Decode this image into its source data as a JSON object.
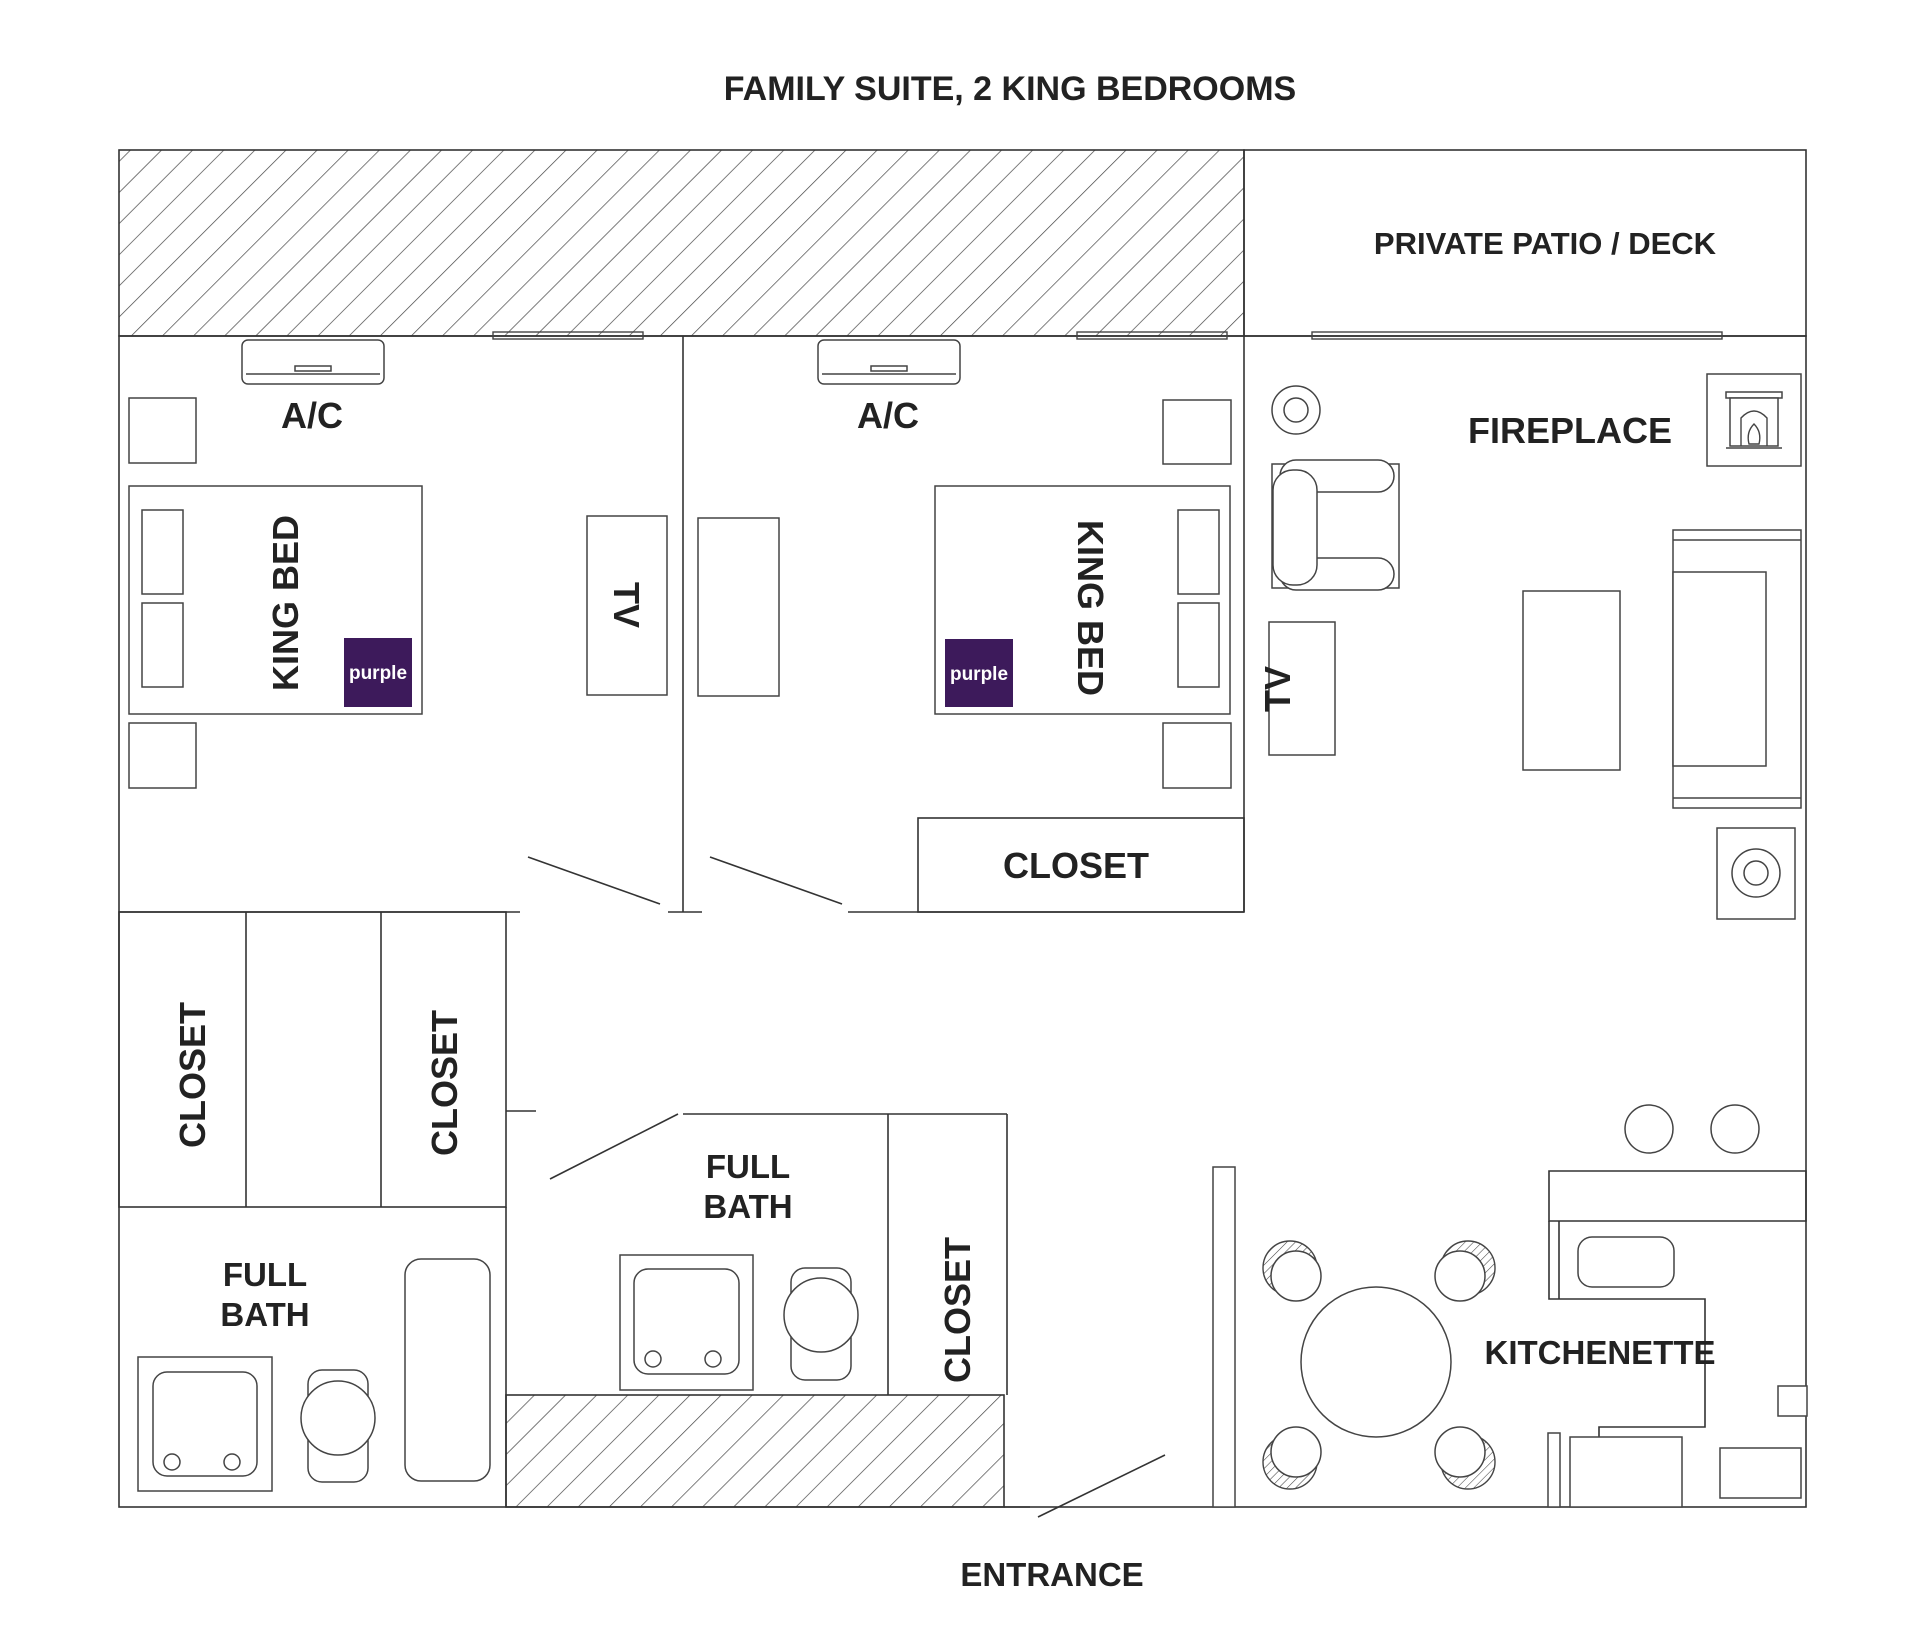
{
  "title": "FAMILY SUITE, 2 KING BEDROOMS",
  "labels": {
    "private_patio": "PRIVATE PATIO / DECK",
    "ac_left": "A/C",
    "ac_right": "A/C",
    "king_bed_left": "KING BED",
    "king_bed_right": "KING BED",
    "tv_left": "TV",
    "tv_living": "TV",
    "fireplace": "FIREPLACE",
    "closet_bedroom": "CLOSET",
    "closet_hall_left": "CLOSET",
    "closet_hall_mid": "CLOSET",
    "closet_bath": "CLOSET",
    "full_bath_left_1": "FULL",
    "full_bath_left_2": "BATH",
    "full_bath_mid_1": "FULL",
    "full_bath_mid_2": "BATH",
    "kitchenette": "KITCHENETTE",
    "entrance": "ENTRANCE"
  },
  "logo": {
    "text": "purple",
    "color": "#3d1a5b"
  },
  "icons": [
    "air-conditioner-icon",
    "fireplace-icon",
    "lamp-icon",
    "armchair-icon",
    "sofa-icon",
    "toilet-icon",
    "sink-icon",
    "bathtub-icon",
    "dining-table-icon",
    "chair-icon",
    "stool-icon"
  ],
  "colors": {
    "wall": "#333333",
    "text": "#222222",
    "background": "#ffffff"
  }
}
